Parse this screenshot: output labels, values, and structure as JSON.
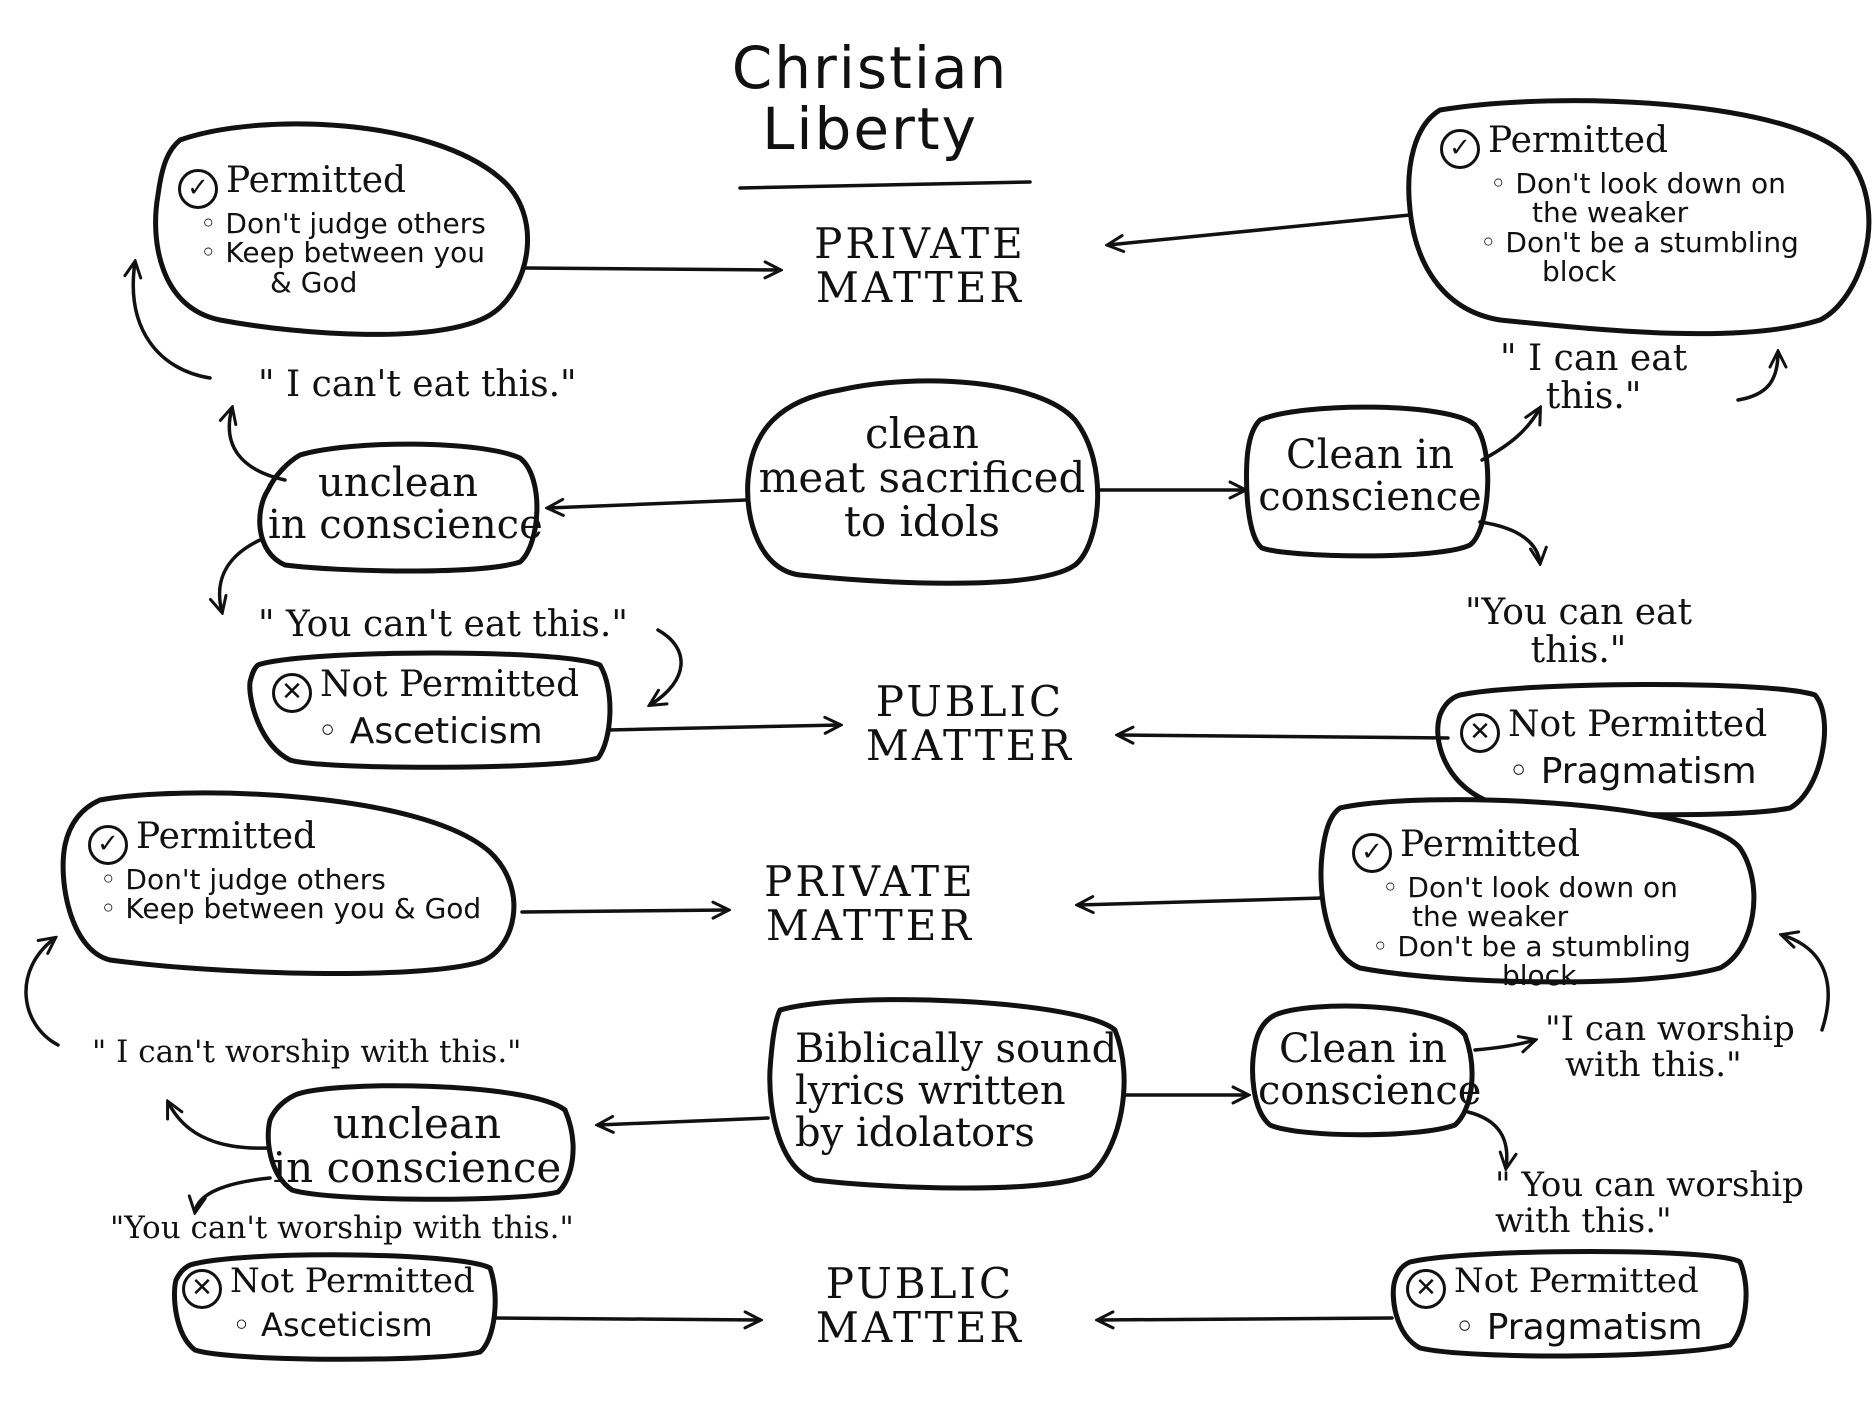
{
  "title": [
    "Christian",
    "Liberty"
  ],
  "private_matter": [
    "PRIVATE",
    "MATTER"
  ],
  "public_matter": [
    "PUBLIC",
    "MATTER"
  ],
  "icons": {
    "permitted": "checkmark-circle-icon",
    "not_permitted": "x-circle-icon"
  },
  "icon_glyphs": {
    "check": "✓",
    "cross": "✕"
  },
  "scenario1": {
    "center": [
      "clean",
      "meat sacrificed",
      "to idols"
    ],
    "unclean": [
      "unclean",
      "in conscience"
    ],
    "clean": [
      "Clean in",
      "conscience"
    ],
    "quote_cant_eat": "\" I can't eat this.\"",
    "quote_you_cant_eat": "\" You can't eat this.\"",
    "quote_can_eat": [
      "\" I can eat",
      "this.\""
    ],
    "quote_you_can_eat": [
      "\"You can eat",
      "this.\""
    ],
    "left_permitted": {
      "heading": "Permitted",
      "bullets": [
        "Don't judge others",
        "Keep between you",
        "& God"
      ]
    },
    "right_permitted": {
      "heading": "Permitted",
      "bullets": [
        "Don't look down on",
        "the weaker",
        "Don't be a stumbling",
        "block"
      ]
    },
    "left_not_permitted": {
      "heading": "Not Permitted",
      "bullets": [
        "Asceticism"
      ]
    },
    "right_not_permitted": {
      "heading": "Not Permitted",
      "bullets": [
        "Pragmatism"
      ]
    }
  },
  "scenario2": {
    "center": [
      "Biblically sound",
      "lyrics written",
      "by idolators"
    ],
    "unclean": [
      "unclean",
      "in conscience"
    ],
    "clean": [
      "Clean in",
      "conscience"
    ],
    "quote_cant_worship": "\" I can't worship with this.\"",
    "quote_you_cant_worship": "\"You can't worship with this.\"",
    "quote_can_worship": [
      "\"I can worship",
      "with this.\""
    ],
    "quote_you_can_worship": [
      "\" You can worship",
      "with this.\""
    ],
    "left_permitted": {
      "heading": "Permitted",
      "bullets": [
        "Don't judge others",
        "Keep between you & God"
      ]
    },
    "right_permitted": {
      "heading": "Permitted",
      "bullets": [
        "Don't look down on",
        "the weaker",
        "Don't be a stumbling",
        "block"
      ]
    },
    "left_not_permitted": {
      "heading": "Not Permitted",
      "bullets": [
        "Asceticism"
      ]
    },
    "right_not_permitted": {
      "heading": "Not Permitted",
      "bullets": [
        "Pragmatism"
      ]
    }
  }
}
